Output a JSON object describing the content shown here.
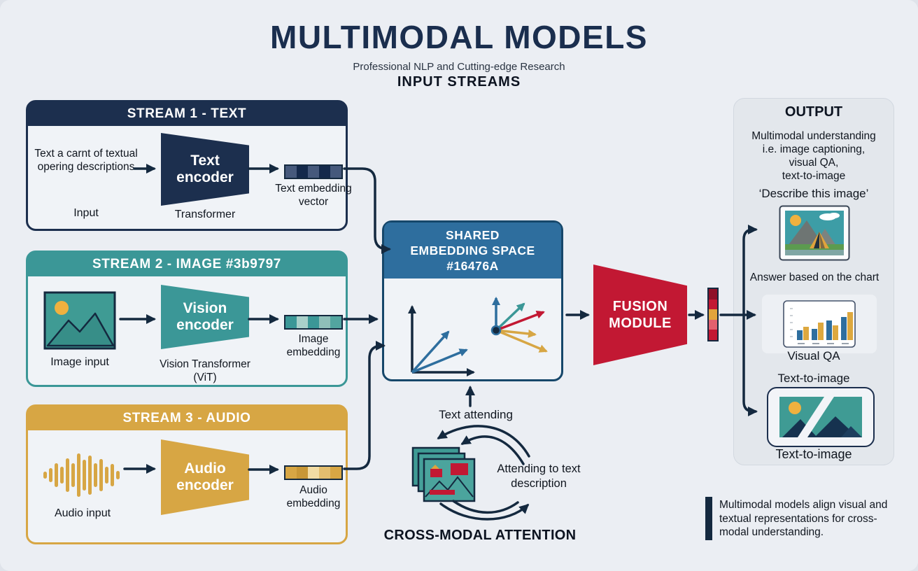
{
  "header": {
    "title": "MULTIMODAL MODELS",
    "subtitle": "Professional NLP and Cutting-edge Research",
    "section_label": "INPUT STREAMS"
  },
  "streams": [
    {
      "title": "STREAM 1 - TEXT",
      "input_text": "Text a carnt of textual opering descriptions",
      "input_caption": "Input",
      "encoder_label": "Text encoder",
      "encoder_caption": "Transformer",
      "embedding_caption": "Text embedding vector",
      "color": "#1C2F4E"
    },
    {
      "title": "STREAM 2 - IMAGE #3b9797",
      "input_caption": "Image input",
      "encoder_label": "Vision encoder",
      "encoder_caption": "Vision Transformer (ViT)",
      "embedding_caption": "Image embedding",
      "color": "#3b9797"
    },
    {
      "title": "STREAM 3 - AUDIO",
      "input_caption": "Audio input",
      "encoder_label": "Audio encoder",
      "embedding_caption": "Audio embedding",
      "color": "#D7A644"
    }
  ],
  "shared_space": {
    "line1": "SHARED",
    "line2": "EMBEDDING SPACE",
    "line3": "#16476A",
    "header_color": "#2E6E9E",
    "border_color": "#16476A"
  },
  "fusion": {
    "line1": "FUSION",
    "line2": "MODULE",
    "color": "#C21833"
  },
  "output_panel": {
    "title": "OUTPUT",
    "description_lines": [
      "Multimodal understanding",
      "i.e. image captioning,",
      "visual QA,",
      "text-to-image"
    ],
    "quote": "‘Describe this image’",
    "answer_caption": "Answer based on the chart",
    "visual_qa_caption": "Visual QA",
    "tti_caption_top": "Text-to-image",
    "tti_caption_bottom": "Text-to-image"
  },
  "attention": {
    "up_label": "Text attending",
    "side_label": "Attending to text description",
    "caption": "CROSS-MODAL ATTENTION"
  },
  "note": "Multimodal models align visual and textual representations for cross-modal understanding.",
  "colors": {
    "background": "#EBEEF3",
    "navy": "#14293F",
    "steel_blue": "#2E6E9E",
    "teal": "#3b9797",
    "gold": "#D7A644",
    "red": "#C21833",
    "panel": "#E3E7EC"
  }
}
